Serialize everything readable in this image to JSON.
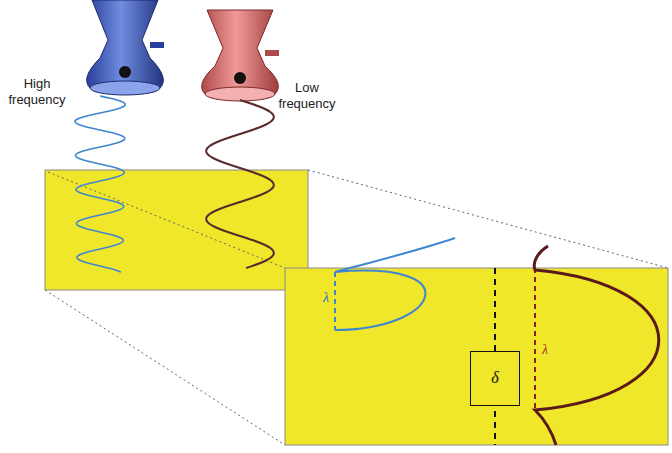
{
  "diagram": {
    "nodes": [
      {
        "text": [
          "δ"
        ]
      }
    ],
    "labels": [
      "High frequency",
      "Low frequency",
      "λ",
      "λ"
    ]
  }
}
